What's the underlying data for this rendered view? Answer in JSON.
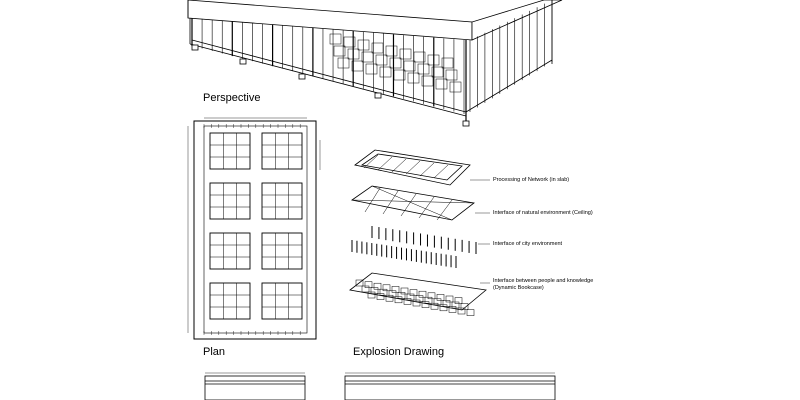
{
  "sections": {
    "perspective": "Perspective",
    "plan": "Plan",
    "explosion": "Explosion Drawing"
  },
  "layers": [
    {
      "label": "Processing of Network (in slab)"
    },
    {
      "label": "Interface of natural environment (Ceiling)"
    },
    {
      "label": "Interface of city environment"
    },
    {
      "label": "Interface between people and knowledge",
      "label2": "(Dynamic Bookcase)"
    }
  ],
  "colors": {
    "line": "#000000",
    "background": "#ffffff"
  }
}
